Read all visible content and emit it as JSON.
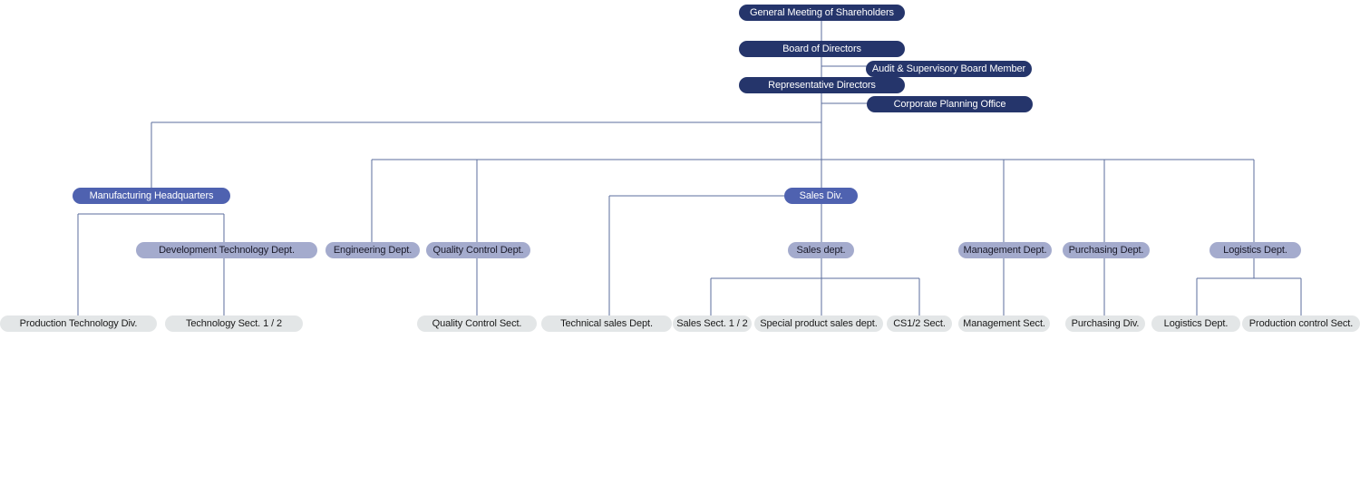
{
  "colors": {
    "top_level": "#25356b",
    "division": "#4f62b0",
    "department": "#a4abcd",
    "section": "#e3e6e7",
    "connector": "#5b6e9c"
  },
  "nodes": {
    "shareholders": "General Meeting of Shareholders",
    "board": "Board of Directors",
    "audit": "Audit & Supervisory Board Member",
    "rep_directors": "Representative Directors",
    "corp_planning": "Corporate Planning Office",
    "mfg_hq": "Manufacturing Headquarters",
    "dev_tech": "Development Technology Dept.",
    "engineering": "Engineering Dept.",
    "quality_control": "Quality Control Dept.",
    "sales_div": "Sales Div.",
    "sales_dept": "Sales dept.",
    "management": "Management Dept.",
    "purchasing": "Purchasing Dept.",
    "logistics": "Logistics Dept.",
    "prod_tech_div": "Production Technology Div.",
    "tech_sect": "Technology Sect. 1 / 2",
    "qc_sect": "Quality Control Sect.",
    "tech_sales": "Technical sales Dept.",
    "sales_sect": "Sales Sect. 1 / 2",
    "special_sales": "Special product sales dept.",
    "cs_sect": "CS1/2 Sect.",
    "mgmt_sect": "Management Sect.",
    "purchasing_div": "Purchasing Div.",
    "logistics_sub": "Logistics Dept.",
    "prod_control": "Production control Sect."
  }
}
